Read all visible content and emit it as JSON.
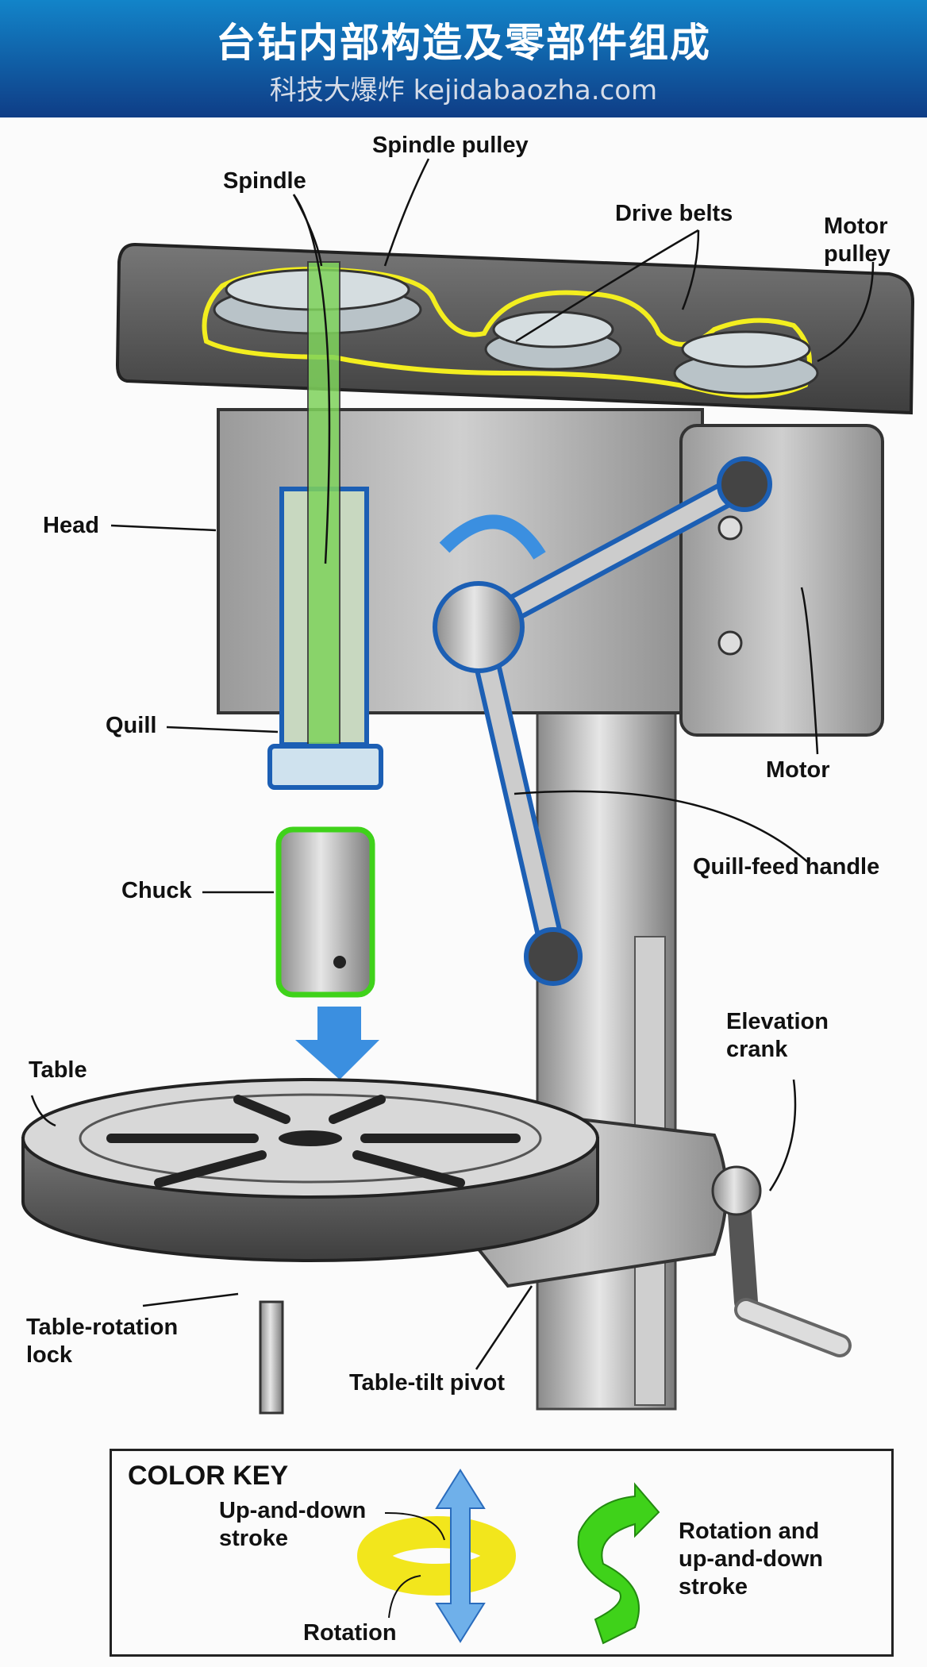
{
  "header": {
    "title": "台钻内部构造及零部件组成",
    "subtitle": "科技大爆炸 kejidabaozha.com"
  },
  "labels": {
    "spindle_pulley": "Spindle pulley",
    "spindle": "Spindle",
    "drive_belts": "Drive belts",
    "motor_pulley": [
      "Motor",
      "pulley"
    ],
    "head": "Head",
    "quill": "Quill",
    "motor": "Motor",
    "quill_feed_handle": "Quill-feed handle",
    "chuck": "Chuck",
    "elevation_crank": [
      "Elevation",
      "crank"
    ],
    "table": "Table",
    "table_rotation_lock": [
      "Table-rotation",
      "lock"
    ],
    "table_tilt_pivot": "Table-tilt pivot"
  },
  "color_key": {
    "title": "COLOR KEY",
    "up_down": [
      "Up-and-down",
      "stroke"
    ],
    "rotation": "Rotation",
    "rotation_and_up_down": [
      "Rotation and",
      "up-and-down",
      "stroke"
    ]
  },
  "colors": {
    "header_top": "#1284c9",
    "header_bottom": "#0f3d86",
    "up_down_blue": "#3b8fe0",
    "rotation_yellow": "#f2e61c",
    "combined_green": "#3fd21a"
  }
}
